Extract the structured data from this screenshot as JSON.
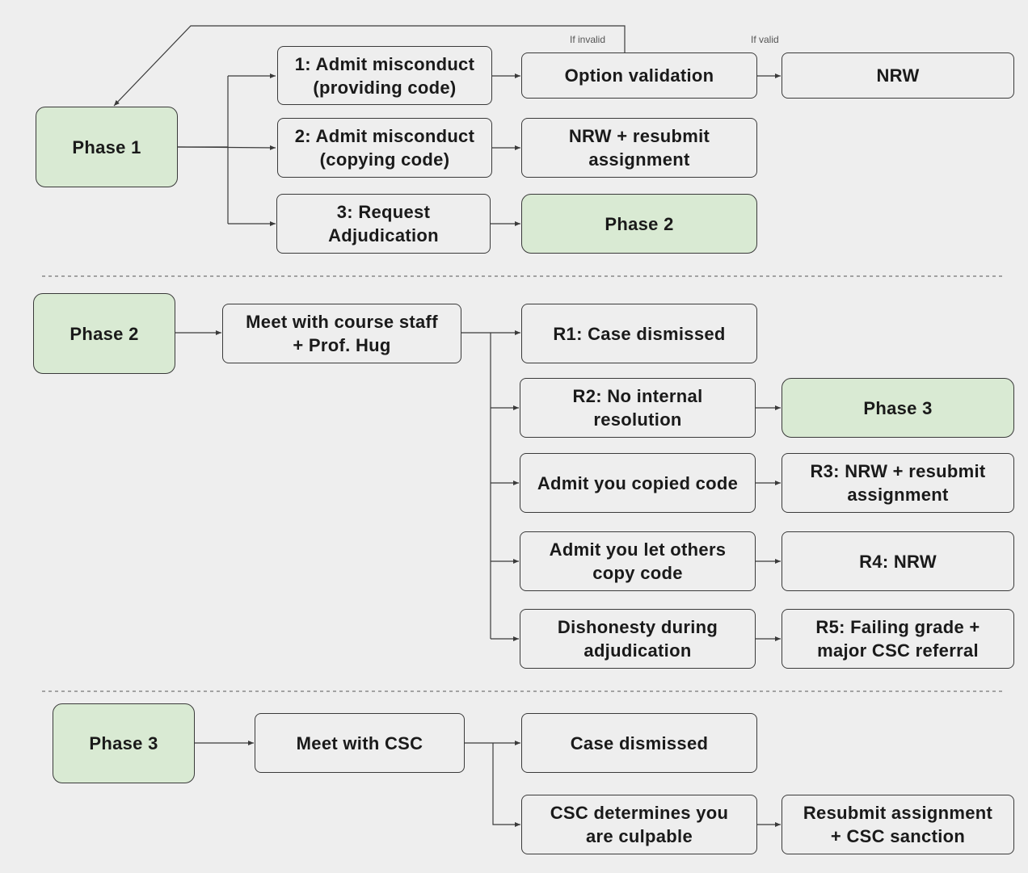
{
  "colors": {
    "phase_fill": "#d9ead3",
    "line": "#3a3a3a",
    "background": "#eeeeee"
  },
  "section1": {
    "phase1": "Phase 1",
    "opt1": "1: Admit misconduct\n(providing code)",
    "opt2": "2: Admit misconduct\n(copying code)",
    "opt3": "3: Request\nAdjudication",
    "validation": "Option validation",
    "nrw": "NRW",
    "nrw_resubmit": "NRW + resubmit\nassignment",
    "phase2": "Phase 2",
    "if_invalid": "If invalid",
    "if_valid": "If valid"
  },
  "section2": {
    "phase2": "Phase 2",
    "meet": "Meet with course staff\n+ Prof. Hug",
    "r1": "R1: Case dismissed",
    "r2": "R2: No internal\nresolution",
    "phase3": "Phase 3",
    "copied": "Admit you copied code",
    "r3": "R3: NRW + resubmit\nassignment",
    "let_copy": "Admit you let others\ncopy code",
    "r4": "R4: NRW",
    "dishonesty": "Dishonesty during\nadjudication",
    "r5": "R5: Failing grade +\nmajor CSC referral"
  },
  "section3": {
    "phase3": "Phase 3",
    "meet_csc": "Meet with CSC",
    "dismissed": "Case dismissed",
    "culpable": "CSC determines you\nare culpable",
    "sanction": "Resubmit assignment\n+ CSC sanction"
  }
}
